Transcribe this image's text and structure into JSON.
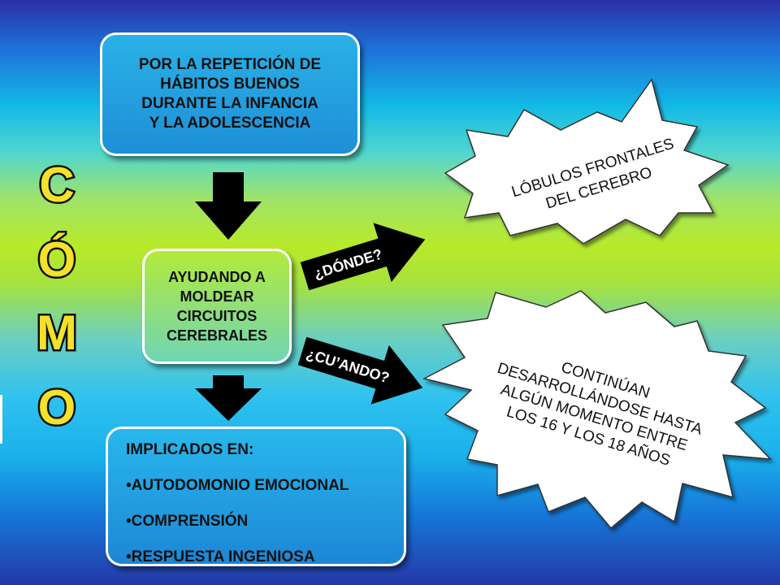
{
  "side_title": {
    "letters": [
      "C",
      "Ó",
      "M",
      "O"
    ]
  },
  "box_top": {
    "lines": [
      "POR LA REPETICIÓN DE",
      "HÁBITOS BUENOS",
      "DURANTE LA INFANCIA",
      "Y LA ADOLESCENCIA"
    ]
  },
  "box_mid": {
    "lines": [
      "AYUDANDO A",
      "MOLDEAR",
      "CIRCUITOS",
      "CEREBRALES"
    ]
  },
  "box_bottom": {
    "heading": "IMPLICADOS EN:",
    "items": [
      "•AUTODOMONIO EMOCIONAL",
      "•COMPRENSIÓN",
      "•RESPUESTA INGENIOSA"
    ]
  },
  "arrow_where": {
    "label": "¿DÓNDE?"
  },
  "arrow_when": {
    "label": "¿CU’ANDO?"
  },
  "burst_where": {
    "lines": [
      "LÓBULOS  FRONTALES",
      "DEL CEREBRO"
    ]
  },
  "burst_when": {
    "lines": [
      "CONTINÚAN",
      "DESARROLLÁNDOSE HASTA",
      "ALGÚN MOMENTO ENTRE",
      "LOS 16  Y LOS 18 AÑOS"
    ]
  },
  "colors": {
    "letter_fill": "#f3e22b",
    "letter_stroke": "#111111",
    "arrow": "#000000",
    "burst": "#ffffff"
  }
}
